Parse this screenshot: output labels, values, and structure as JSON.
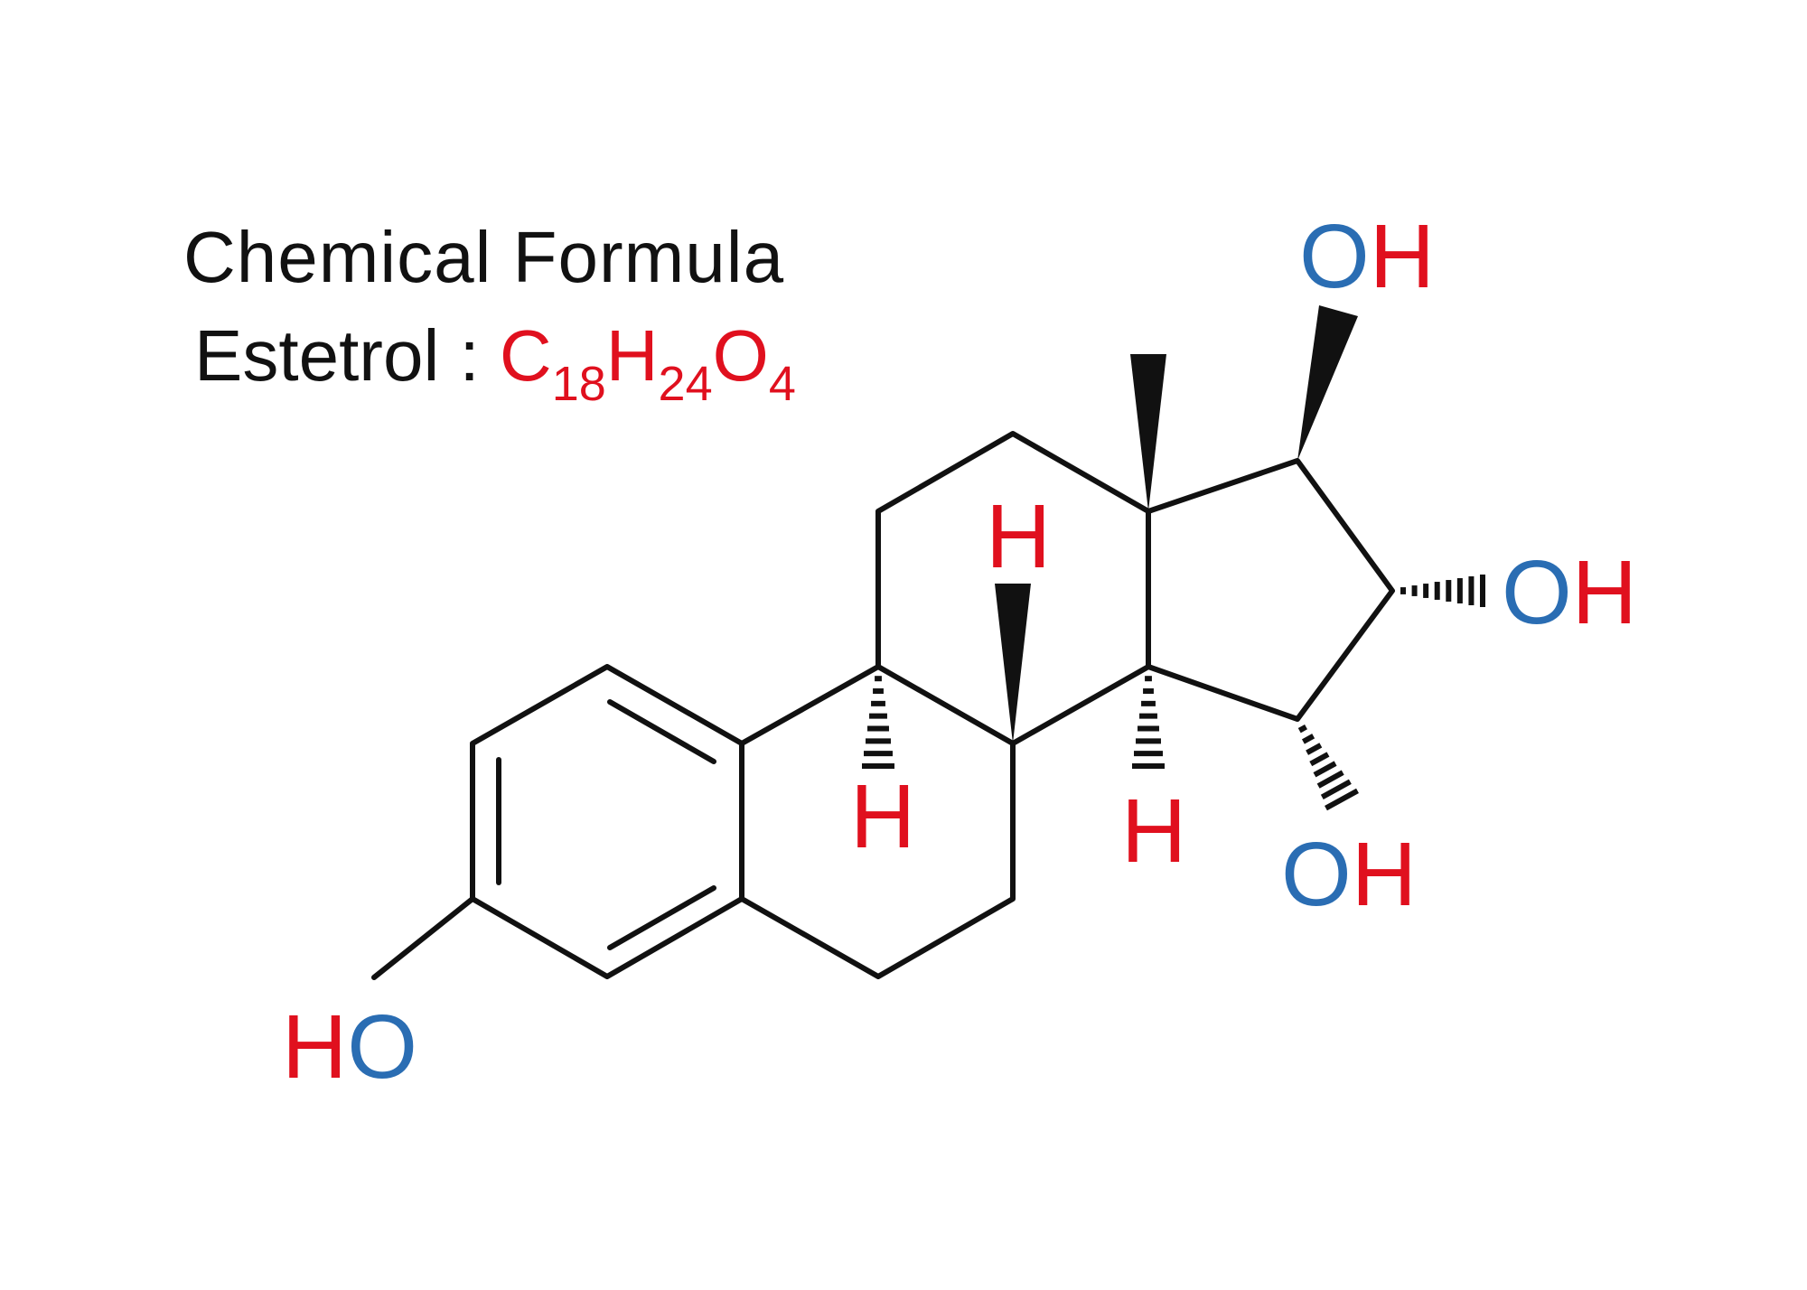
{
  "title": "Chemical Formula",
  "compound_name": "Estetrol",
  "separator": " : ",
  "formula": [
    {
      "el": "C",
      "n": "18"
    },
    {
      "el": "H",
      "n": "24"
    },
    {
      "el": "O",
      "n": "4"
    }
  ],
  "labels": {
    "oh_top": {
      "o": "O",
      "h": "H"
    },
    "oh_right": {
      "o": "O",
      "h": "H"
    },
    "oh_bottom": {
      "o": "O",
      "h": "H"
    },
    "ho_left": {
      "h": "H",
      "o": "O"
    },
    "h_center": "H",
    "h_left": "H",
    "h_right": "H"
  },
  "colors": {
    "text": "#111111",
    "carbon_hydrogen": "#e0101e",
    "oxygen": "#2a6db3",
    "bond": "#111111"
  }
}
